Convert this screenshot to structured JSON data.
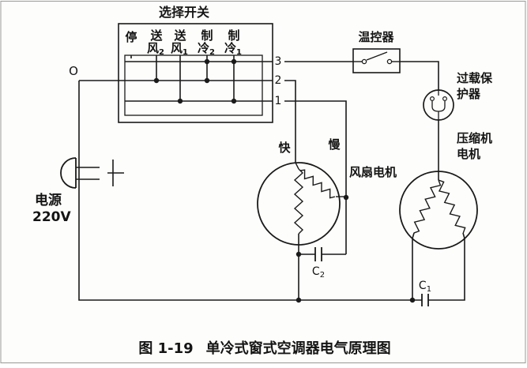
{
  "selector_switch": {
    "title": "选择开关",
    "positions": [
      {
        "char1": "停",
        "char2": "",
        "sub": ""
      },
      {
        "char1": "送",
        "char2": "风",
        "sub": "2"
      },
      {
        "char1": "送",
        "char2": "风",
        "sub": "1"
      },
      {
        "char1": "制",
        "char2": "冷",
        "sub": "2"
      },
      {
        "char1": "制",
        "char2": "冷",
        "sub": "1"
      }
    ],
    "terminals": {
      "t3": "3",
      "t2": "2",
      "t1": "1"
    },
    "common_terminal": "O"
  },
  "components": {
    "thermostat": "温控器",
    "overload_line1": "过载保",
    "overload_line2": "护器",
    "compressor_line1": "压缩机",
    "compressor_line2": "电机",
    "fan_motor": "风扇电机",
    "fan_fast": "快",
    "fan_slow": "慢",
    "cap_fan_name": "C",
    "cap_fan_sub": "2",
    "cap_comp_name": "C",
    "cap_comp_sub": "1"
  },
  "power": {
    "line1": "电源",
    "line2": "220V"
  },
  "caption": {
    "figure_no": "图 1-19",
    "title": "单冷式窗式空调器电气原理图"
  }
}
